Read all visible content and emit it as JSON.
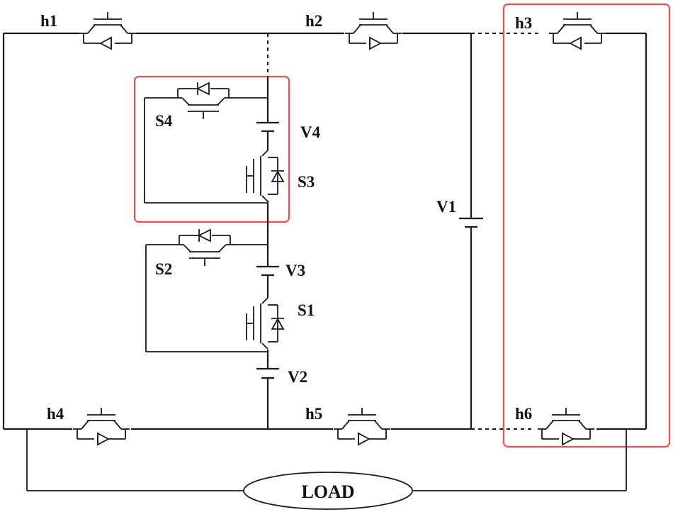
{
  "labels": {
    "h1": "h1",
    "h2": "h2",
    "h3": "h3",
    "h4": "h4",
    "h5": "h5",
    "h6": "h6",
    "s1": "S1",
    "s2": "S2",
    "s3": "S3",
    "s4": "S4",
    "v1": "V1",
    "v2": "V2",
    "v3": "V3",
    "v4": "V4",
    "load": "LOAD"
  },
  "colors": {
    "wire": "#1a1a1a",
    "highlight": "#e8504f",
    "background": "#ffffff"
  }
}
